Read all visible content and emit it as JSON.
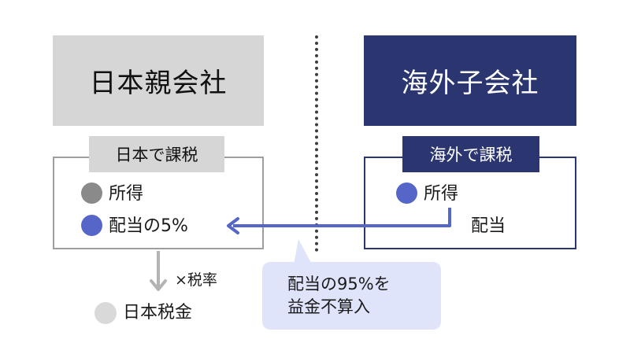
{
  "parent": {
    "title": "日本親会社",
    "tax_label": "日本で課税",
    "income_label": "所得",
    "dividend_label": "配当の5%",
    "rate_label": "×税率",
    "result_label": "日本税金"
  },
  "subsidiary": {
    "title": "海外子会社",
    "tax_label": "海外で課税",
    "income_label": "所得",
    "dividend_label": "配当"
  },
  "note": {
    "line1": "配当の95%を",
    "line2": "益金不算入"
  },
  "colors": {
    "navy": "#2b3670",
    "gray_box": "#d6d6d6",
    "blue_dot": "#5566c8",
    "gray_dot": "#8a8a8a",
    "light_dot": "#d9d9d9",
    "bubble_fill": "#dfe4fb",
    "arrow": "#5566c8",
    "down_arrow": "#b3b3b3"
  }
}
